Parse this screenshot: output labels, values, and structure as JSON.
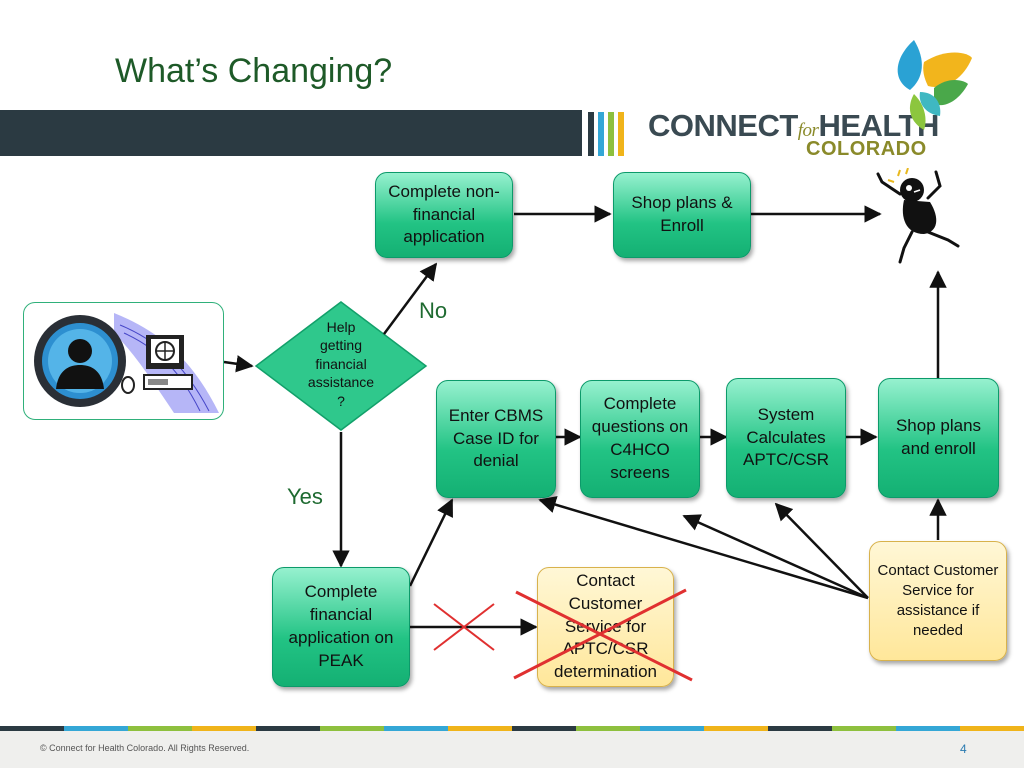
{
  "slide": {
    "title": "What’s Changing?",
    "page_number": "4",
    "copyright": "© Connect for Health Colorado. All Rights Reserved."
  },
  "logo": {
    "connect": "CONNECT",
    "for": "for",
    "health": "HEALTH",
    "colorado": "COLORADO"
  },
  "flow": {
    "start_icon": "person-computer-icon",
    "decision": {
      "lines": [
        "Help",
        "getting",
        "financial",
        "assistance",
        "?"
      ]
    },
    "branch_no": "No",
    "branch_yes": "Yes",
    "non_financial": "Complete non-financial application",
    "shop_enroll_top": "Shop plans & Enroll",
    "end_icon": "celebrating-person-icon",
    "financial_peak": "Complete financial application on PEAK",
    "contact_aptc": "Contact Customer Service for APTC/CSR determination",
    "enter_cbms": "Enter CBMS Case ID for denial",
    "complete_questions": "Complete questions on C4HCO screens",
    "system_calculates": "System Calculates APTC/CSR",
    "shop_enroll_bottom": "Shop plans and enroll",
    "contact_assist": "Contact Customer Service for assistance if needed"
  },
  "colors": {
    "title": "#1e5a28",
    "band": "#2b3a42",
    "box_green": "#22c384",
    "box_yellow": "#ffe79a",
    "cross_red": "#e03030",
    "diamond": "#2fc88c"
  }
}
